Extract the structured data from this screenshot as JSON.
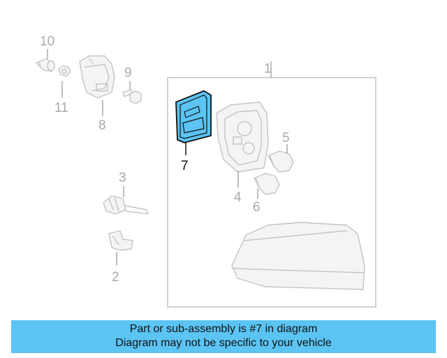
{
  "diagram": {
    "callouts": {
      "c1": "1",
      "c2": "2",
      "c3": "3",
      "c4": "4",
      "c5": "5",
      "c6": "6",
      "c7": "7",
      "c8": "8",
      "c9": "9",
      "c10": "10",
      "c11": "11"
    },
    "highlighted_part": "7",
    "colors": {
      "highlight": "#5bc4f3",
      "line_art": "#c4c4c4",
      "callout_text": "#a9a9a9",
      "banner": "#5bc4f3"
    }
  },
  "banner": {
    "line1": "Part or sub-assembly is #7 in diagram",
    "line2": "Diagram may not be specific to your vehicle"
  }
}
